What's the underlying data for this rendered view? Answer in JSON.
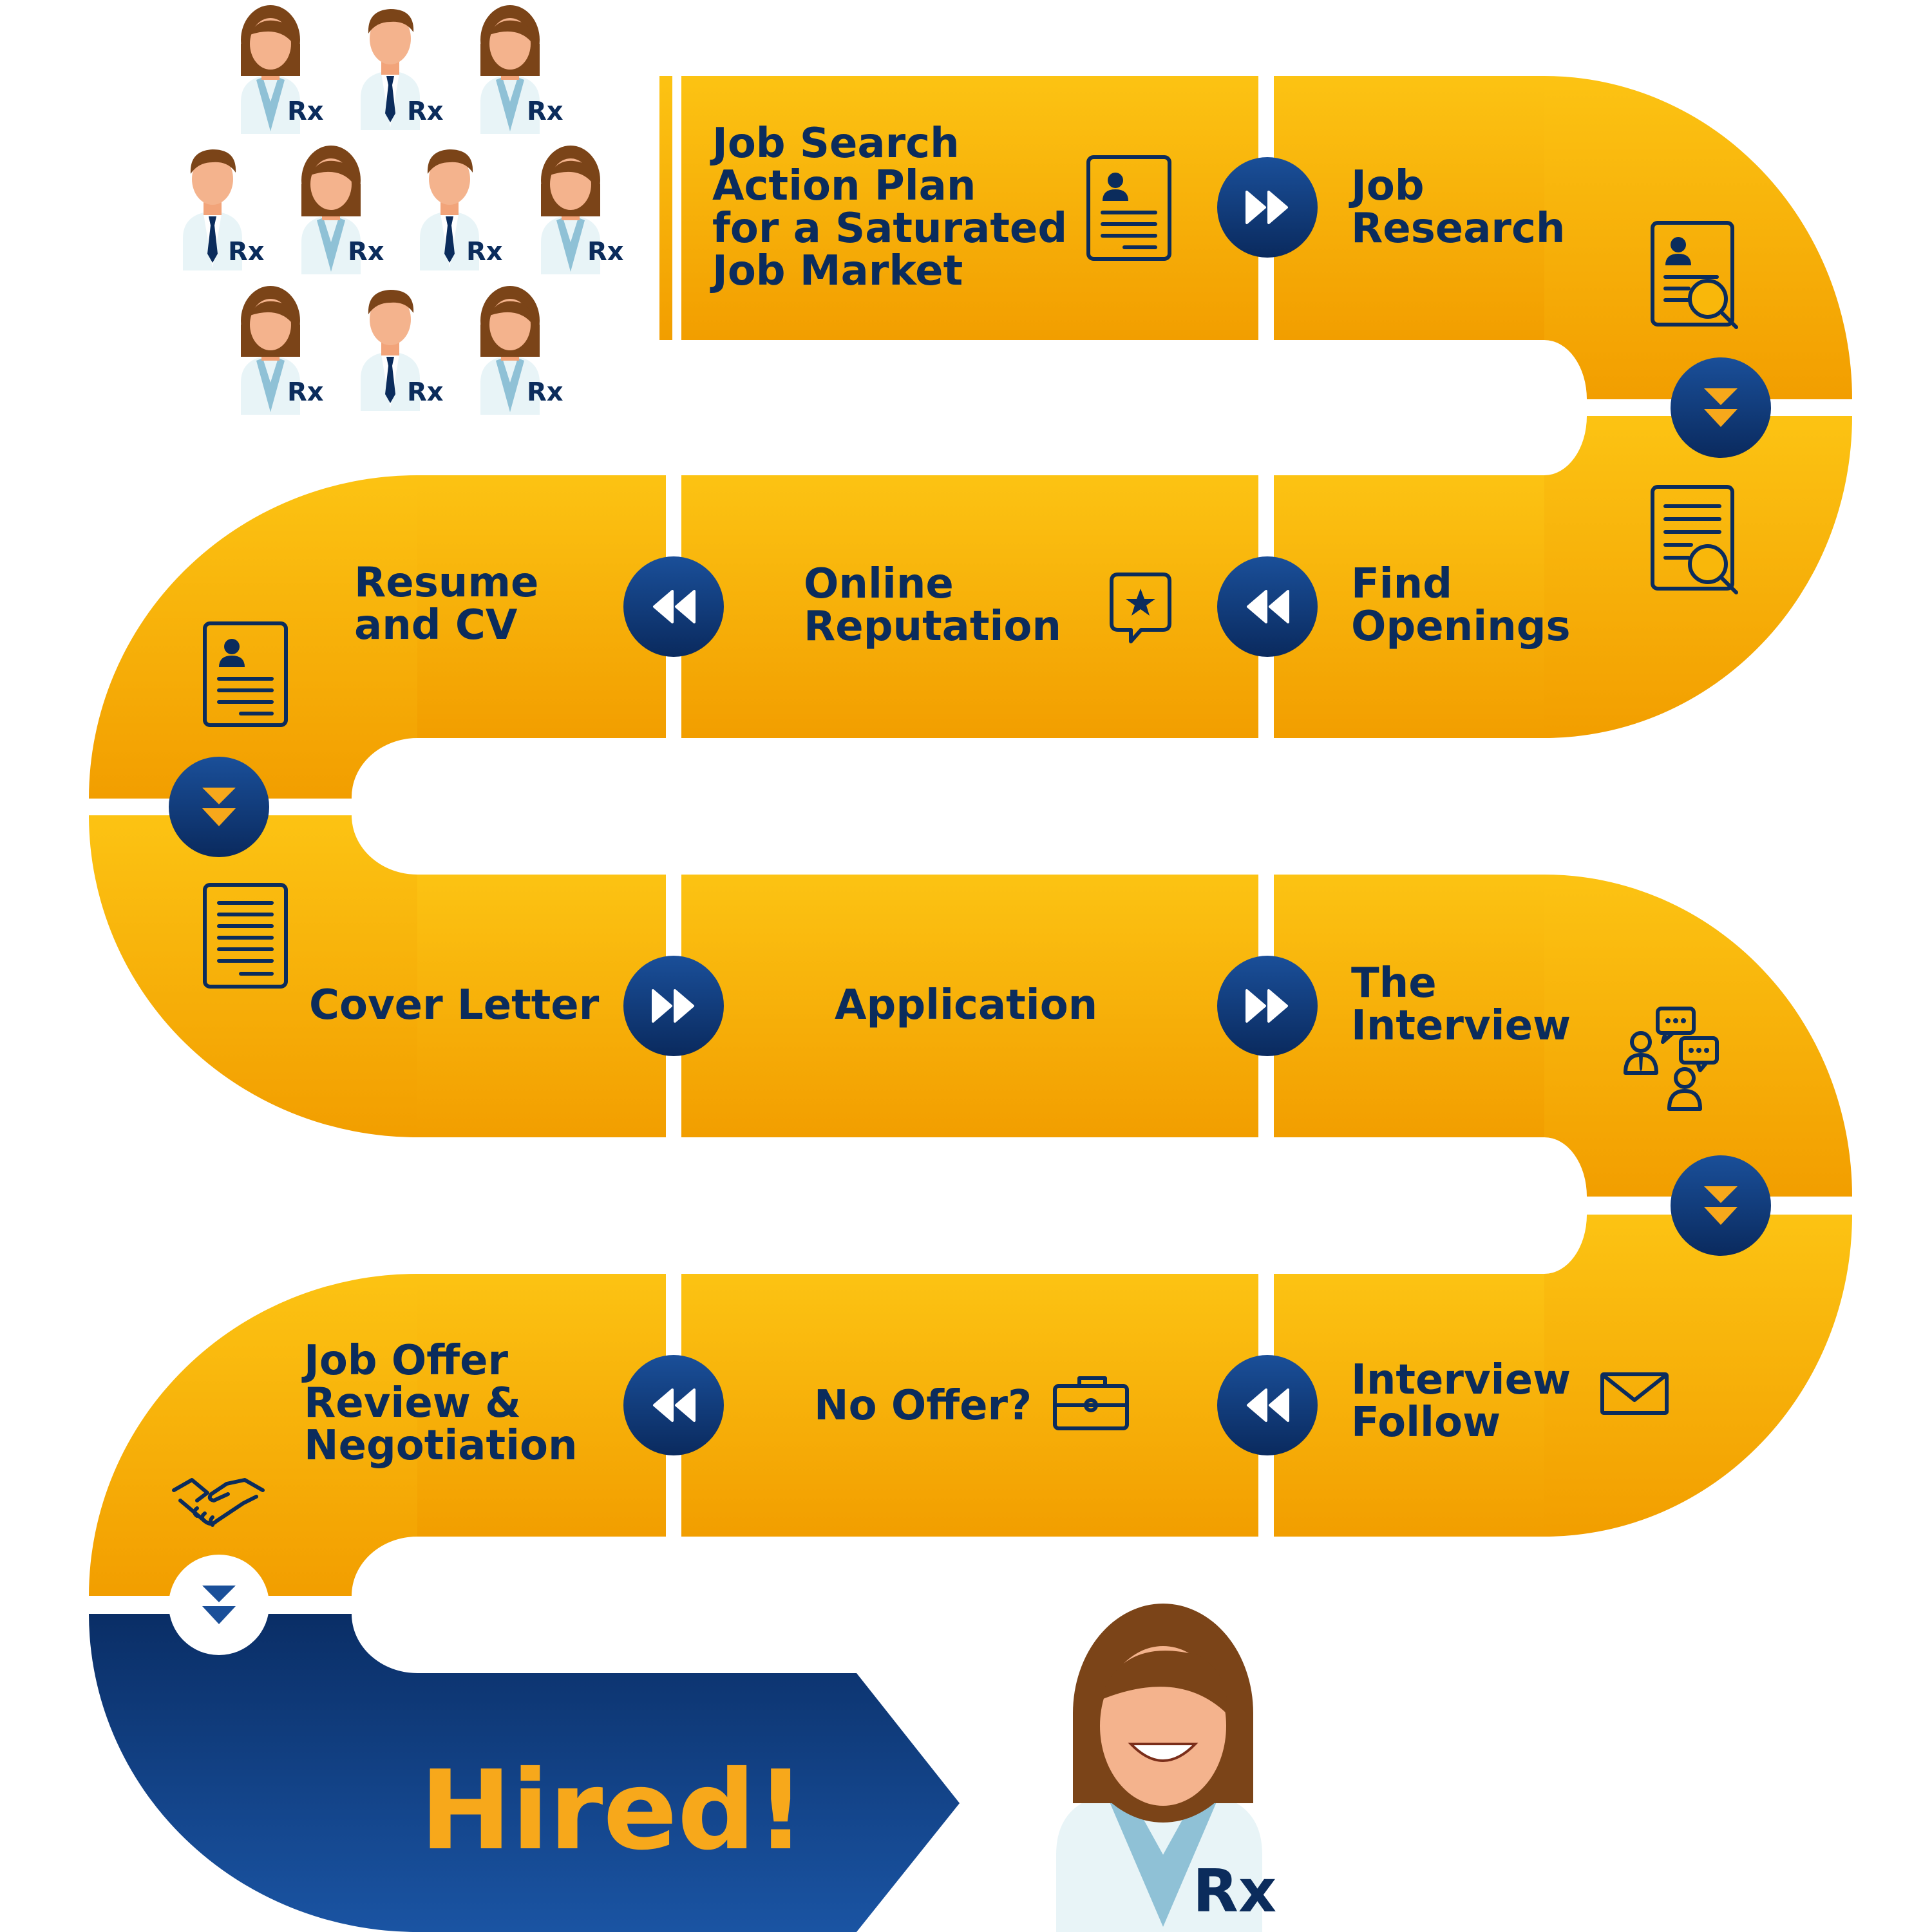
{
  "title": [
    "Job Search",
    "Action Plan",
    "for a Saturated",
    "Job Market"
  ],
  "steps": [
    {
      "id": "job-research",
      "lines": [
        "Job",
        "Research"
      ]
    },
    {
      "id": "find-openings",
      "lines": [
        "Find",
        "Openings"
      ]
    },
    {
      "id": "online-reputation",
      "lines": [
        "Online",
        "Reputation"
      ]
    },
    {
      "id": "resume-and-cv",
      "lines": [
        "Resume",
        "and CV"
      ]
    },
    {
      "id": "cover-letter",
      "lines": [
        "Cover Letter"
      ]
    },
    {
      "id": "application",
      "lines": [
        "Application"
      ]
    },
    {
      "id": "the-interview",
      "lines": [
        "The",
        "Interview"
      ]
    },
    {
      "id": "interview-follow",
      "lines": [
        "Interview",
        "Follow"
      ]
    },
    {
      "id": "no-offer",
      "lines": [
        "No Offer?"
      ]
    },
    {
      "id": "job-offer",
      "lines": [
        "Job Offer",
        "Review &",
        "Negotiation"
      ]
    }
  ],
  "final": "Hired!",
  "badge_text": "Rx",
  "colors": {
    "band_top": "#fcc313",
    "band_bottom": "#f29e00",
    "navy": "#0b2c5c",
    "circle_top": "#1a4f99",
    "circle_bottom": "#0a2a5e",
    "hired_text": "#f7a81b"
  },
  "icons": [
    "resume-icon",
    "resume-search-icon",
    "document-search-icon",
    "star-bubble-icon",
    "resume-icon",
    "document-icon",
    "chat-people-icon",
    "envelope-icon",
    "briefcase-icon",
    "handshake-icon"
  ]
}
